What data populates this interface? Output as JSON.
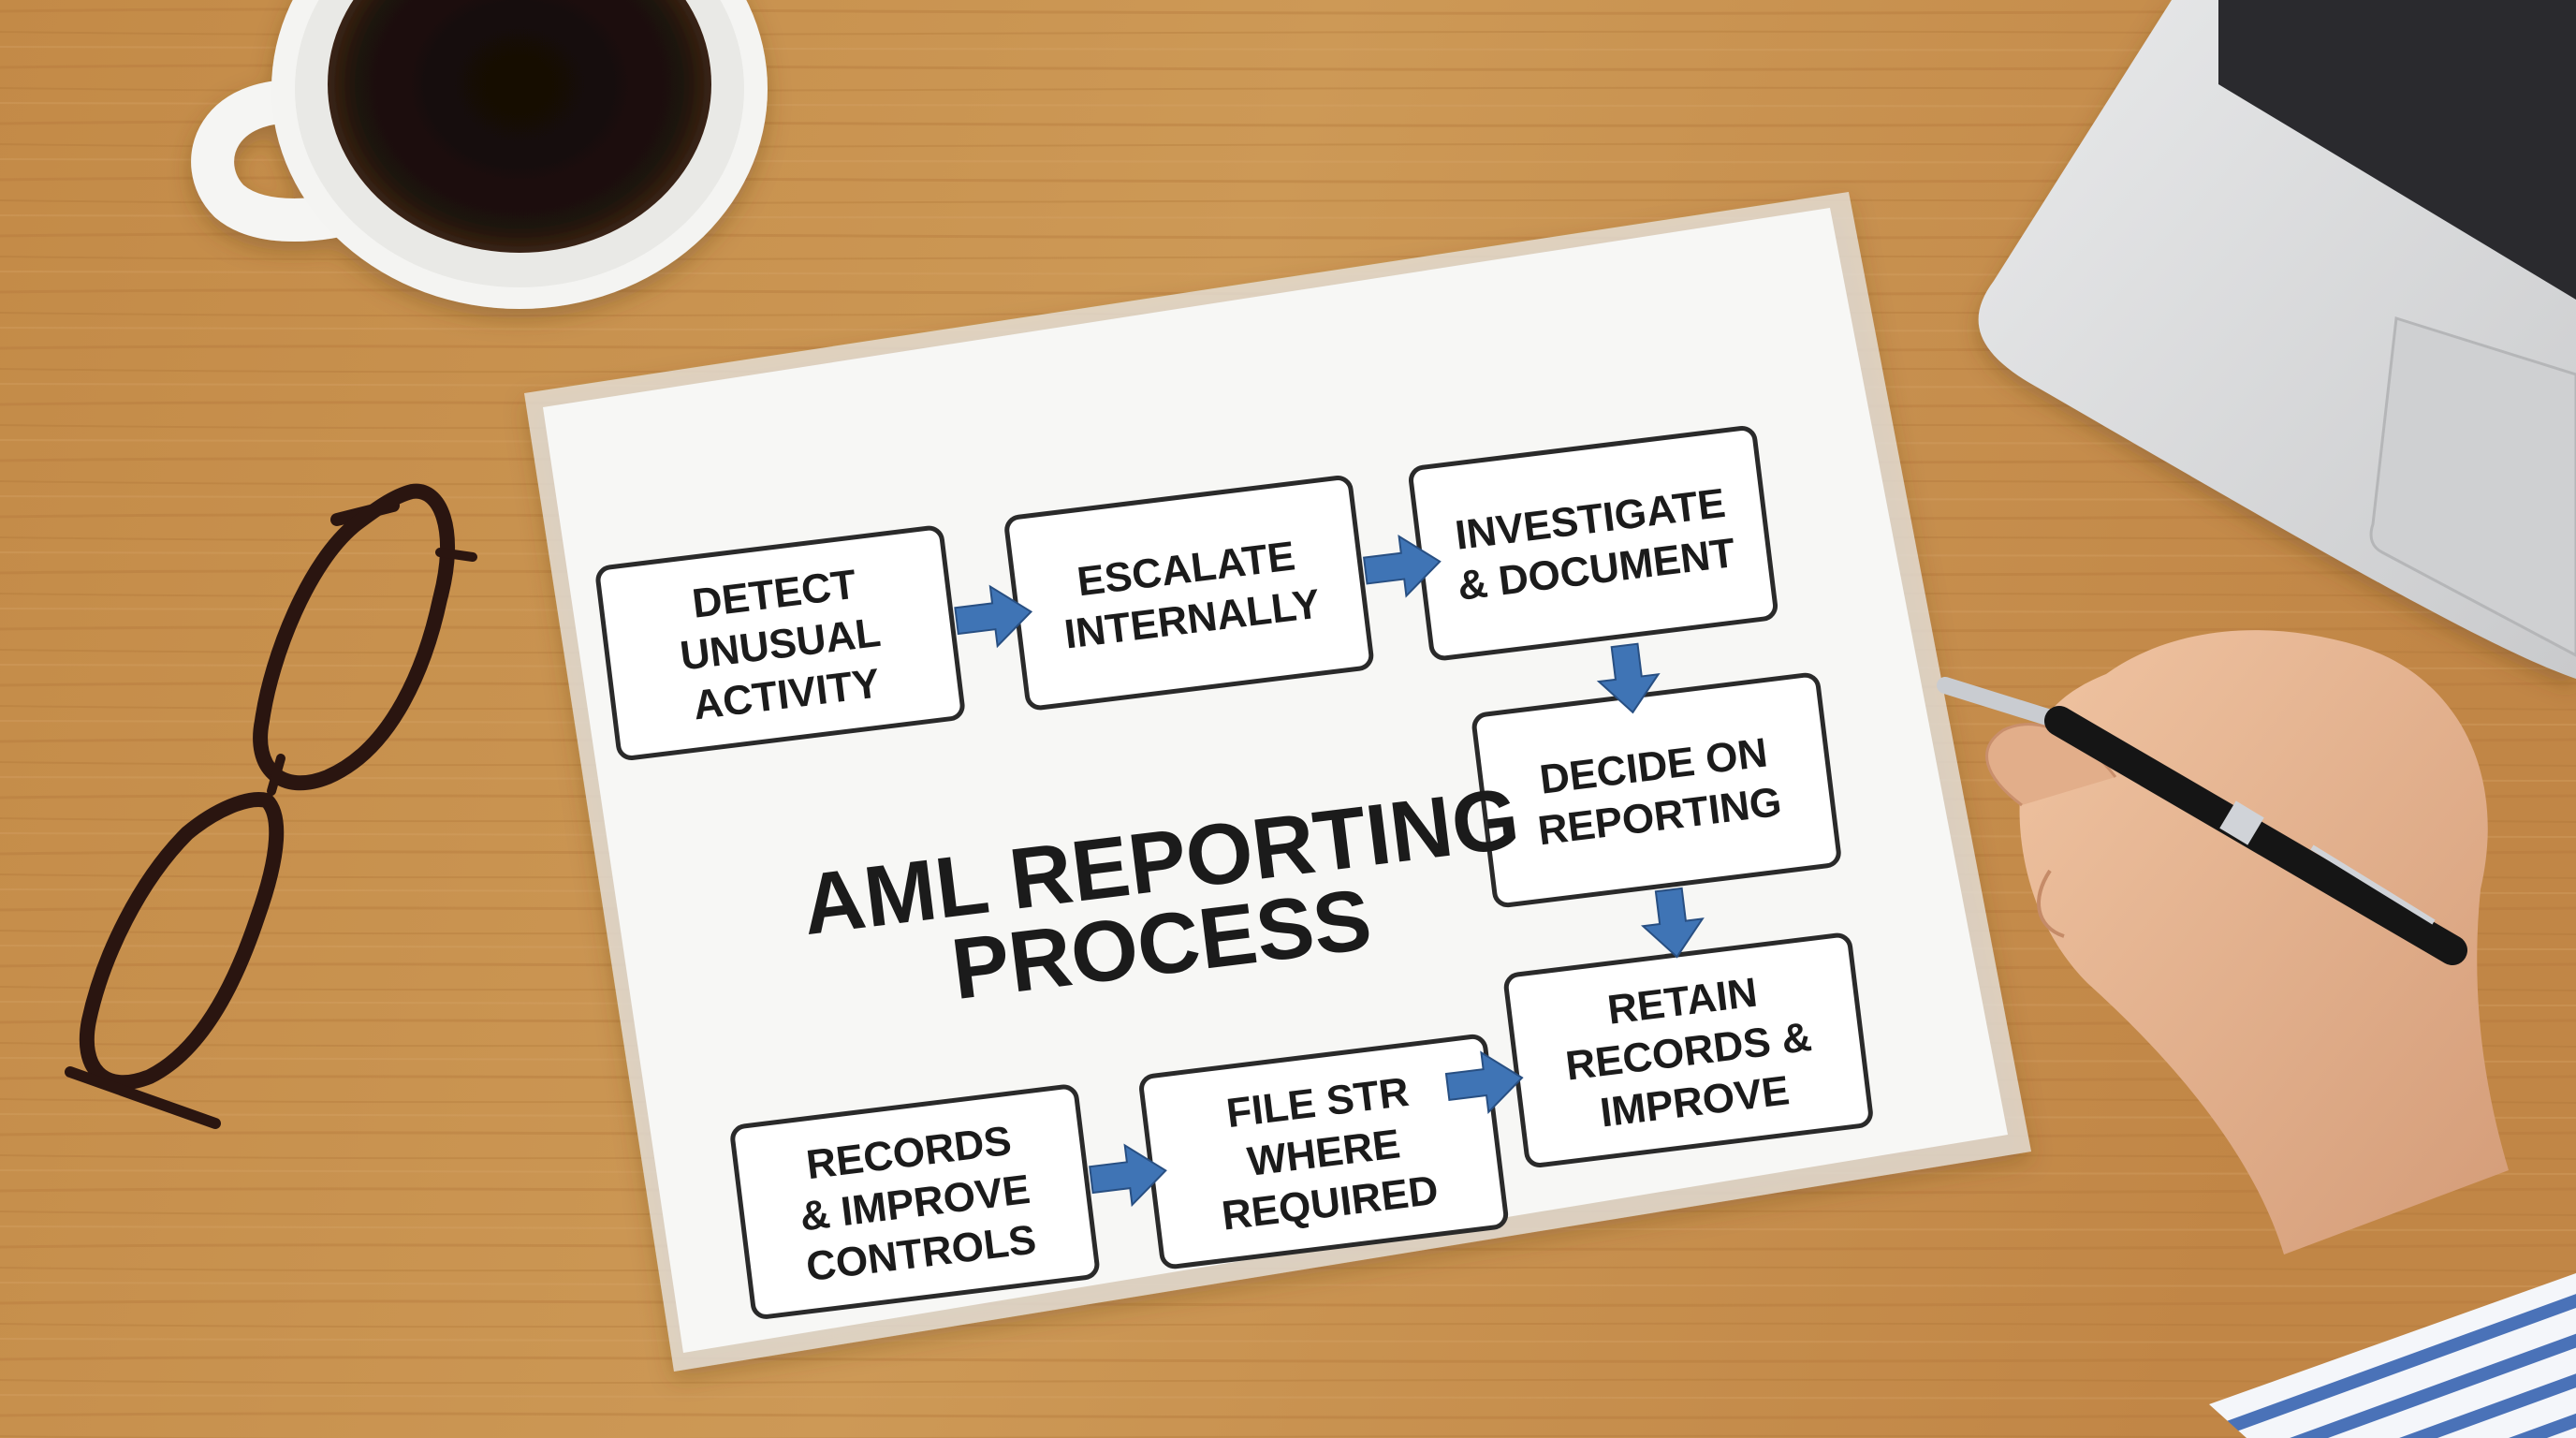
{
  "diagram": {
    "title_lines": [
      "AML REPORTING",
      "PROCESS"
    ],
    "steps": [
      {
        "id": "detect",
        "lines": [
          "DETECT",
          "UNUSUAL",
          "ACTIVITY"
        ]
      },
      {
        "id": "escalate",
        "lines": [
          "ESCALATE",
          "INTERNALLY"
        ]
      },
      {
        "id": "investigate",
        "lines": [
          "INVESTIGATE",
          "& DOCUMENT"
        ]
      },
      {
        "id": "decide",
        "lines": [
          "DECIDE ON",
          "REPORTING"
        ]
      },
      {
        "id": "retain",
        "lines": [
          "RETAIN",
          "RECORDS &",
          "IMPROVE"
        ]
      },
      {
        "id": "file-str",
        "lines": [
          "FILE STR",
          "WHERE",
          "REQUIRED"
        ]
      },
      {
        "id": "records",
        "lines": [
          "RECORDS",
          "& IMPROVE",
          "CONTROLS"
        ]
      }
    ],
    "arrow_color": "#3f74b5"
  },
  "scene_colors": {
    "wood": "#c8914e",
    "paper": "#f7f7f5",
    "box_stroke": "#2a2a2a",
    "coffee": "#1a0f08",
    "laptop": "#d9dadb",
    "skin": "#e8b896",
    "shirt_stripe": "#4a72b8"
  }
}
